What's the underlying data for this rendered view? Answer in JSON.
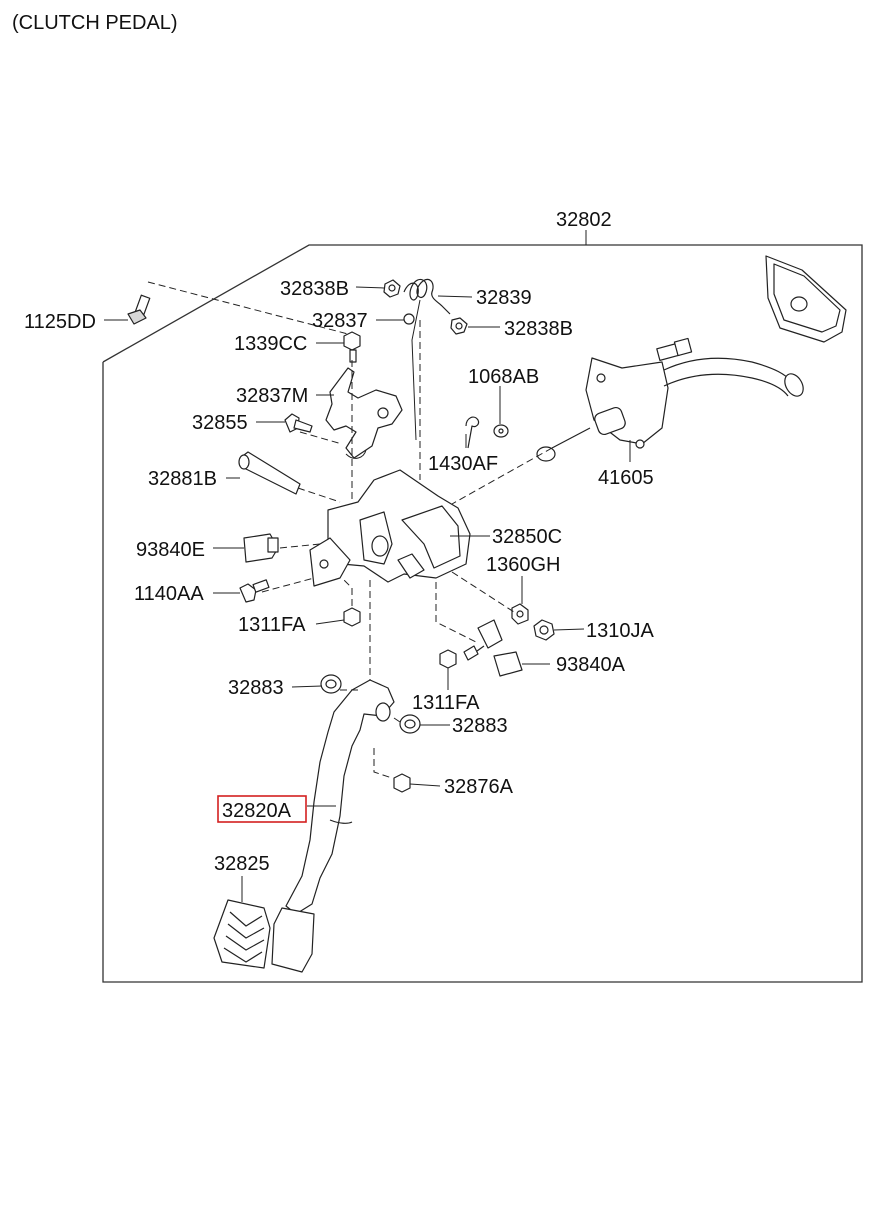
{
  "title": "(CLUTCH PEDAL)",
  "parts": [
    {
      "id": "p32802",
      "label": "32802"
    },
    {
      "id": "p32838b_1",
      "label": "32838B"
    },
    {
      "id": "p32839",
      "label": "32839"
    },
    {
      "id": "p1125dd",
      "label": "1125DD"
    },
    {
      "id": "p32837",
      "label": "32837"
    },
    {
      "id": "p32838b_2",
      "label": "32838B"
    },
    {
      "id": "p1339cc",
      "label": "1339CC"
    },
    {
      "id": "p1068ab",
      "label": "1068AB"
    },
    {
      "id": "p32837m",
      "label": "32837M"
    },
    {
      "id": "p32855",
      "label": "32855"
    },
    {
      "id": "p1430af",
      "label": "1430AF"
    },
    {
      "id": "p32881b",
      "label": "32881B"
    },
    {
      "id": "p41605",
      "label": "41605"
    },
    {
      "id": "p32850c",
      "label": "32850C"
    },
    {
      "id": "p93840e",
      "label": "93840E"
    },
    {
      "id": "p1360gh",
      "label": "1360GH"
    },
    {
      "id": "p1140aa",
      "label": "1140AA"
    },
    {
      "id": "p1311fa_1",
      "label": "1311FA"
    },
    {
      "id": "p1310ja",
      "label": "1310JA"
    },
    {
      "id": "p93840a",
      "label": "93840A"
    },
    {
      "id": "p32883_1",
      "label": "32883"
    },
    {
      "id": "p1311fa_2",
      "label": "1311FA"
    },
    {
      "id": "p32883_2",
      "label": "32883"
    },
    {
      "id": "p32876a",
      "label": "32876A"
    },
    {
      "id": "p32820a",
      "label": "32820A",
      "highlighted": true
    },
    {
      "id": "p32825",
      "label": "32825"
    }
  ],
  "colors": {
    "highlight": "#d42020",
    "line": "#222222"
  }
}
